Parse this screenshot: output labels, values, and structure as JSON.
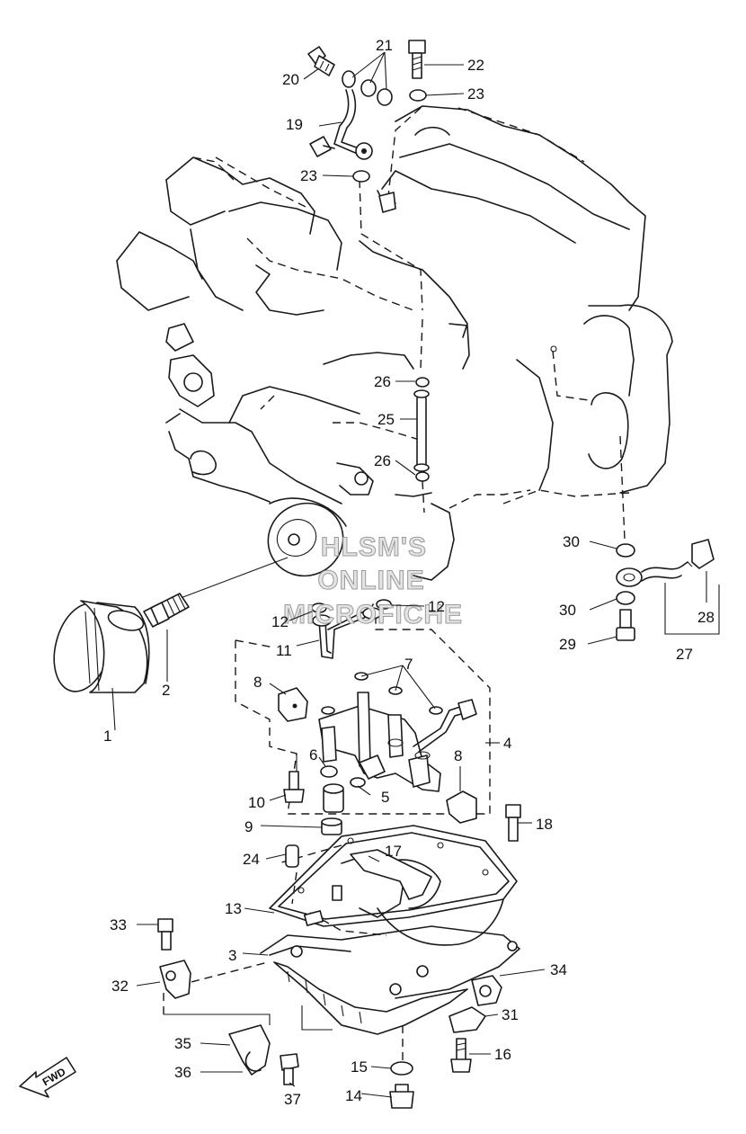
{
  "diagram": {
    "labels": {
      "l1": "1",
      "l2": "2",
      "l3": "3",
      "l4": "4",
      "l5": "5",
      "l6": "6",
      "l7": "7",
      "l8a": "8",
      "l8b": "8",
      "l9": "9",
      "l10": "10",
      "l11": "11",
      "l12a": "12",
      "l12b": "12",
      "l13": "13",
      "l14": "14",
      "l15": "15",
      "l16": "16",
      "l17": "17",
      "l18": "18",
      "l19": "19",
      "l20": "20",
      "l21": "21",
      "l22": "22",
      "l23a": "23",
      "l23b": "23",
      "l24": "24",
      "l25": "25",
      "l26a": "26",
      "l26b": "26",
      "l27": "27",
      "l28": "28",
      "l29": "29",
      "l30a": "30",
      "l30b": "30",
      "l31": "31",
      "l32": "32",
      "l33": "33",
      "l34": "34",
      "l35": "35",
      "l36": "36",
      "l37": "37"
    },
    "watermark": [
      "HLSM'S",
      "ONLINE",
      "MICROFICHE"
    ],
    "direction_arrow": "FWD"
  }
}
